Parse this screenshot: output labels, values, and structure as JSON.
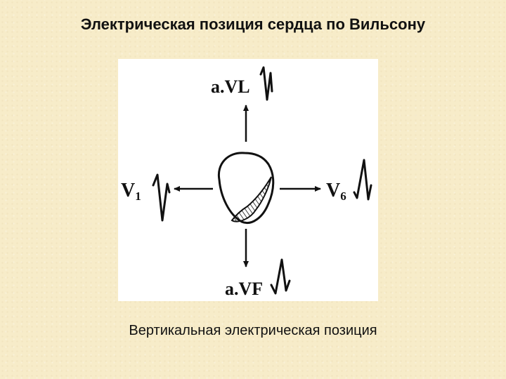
{
  "slide": {
    "title": "Электрическая позиция сердца по Вильсону",
    "caption": "Вертикальная электрическая позиция"
  },
  "diagram": {
    "leads": {
      "top": "a.VL",
      "left": "V",
      "left_sub": "1",
      "right": "V",
      "right_sub": "6",
      "bottom": "a.VF"
    },
    "icons": [
      "heart-outline-icon",
      "hatched-ventricle-icon",
      "ecg-complex-icon"
    ],
    "colors": {
      "background": "#f7ecc9",
      "panel": "#ffffff",
      "ink": "#111111"
    }
  }
}
